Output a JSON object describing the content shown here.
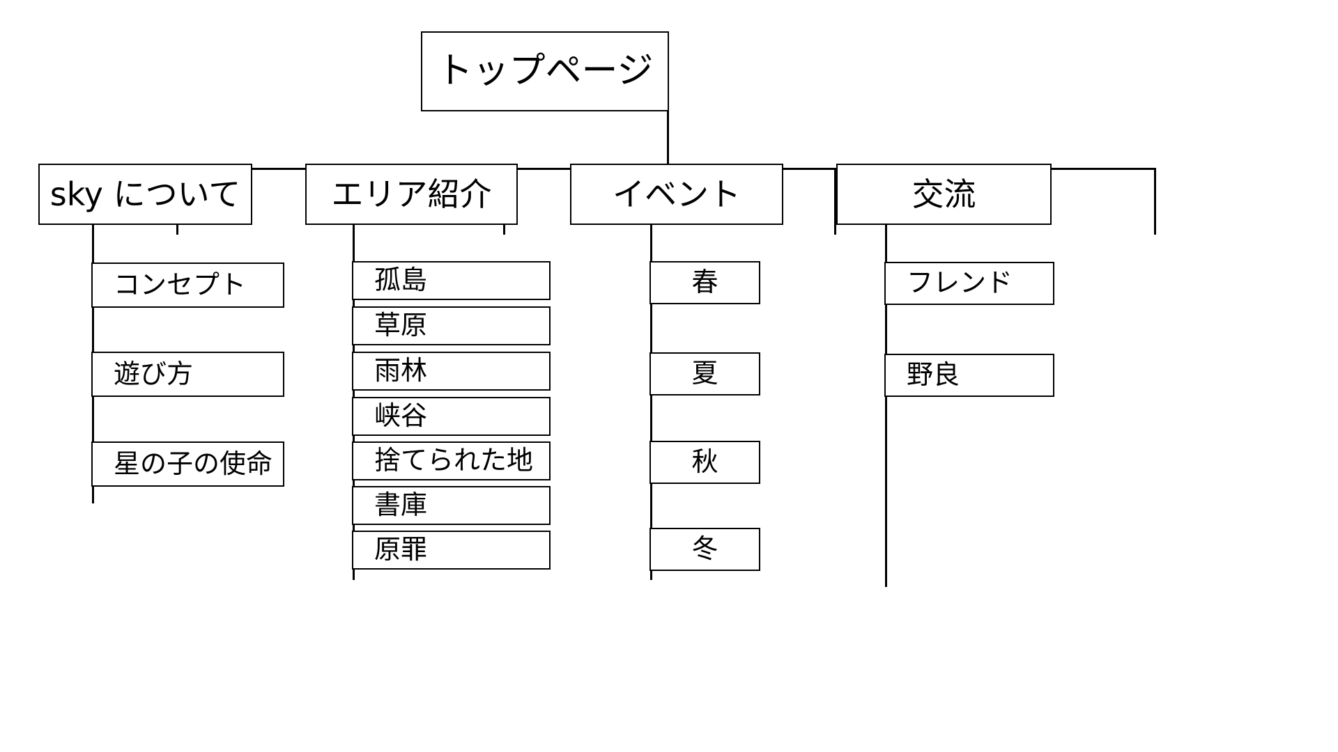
{
  "diagram": {
    "title_node": {
      "label": "トップページ"
    },
    "branches": [
      {
        "id": "about",
        "label": "sky について",
        "children": [
          {
            "label": "コンセプト"
          },
          {
            "label": "遊び方"
          },
          {
            "label": "星の子の使命"
          }
        ]
      },
      {
        "id": "area",
        "label": "エリア紹介",
        "children": [
          {
            "label": "孤島"
          },
          {
            "label": "草原"
          },
          {
            "label": "雨林"
          },
          {
            "label": "峡谷"
          },
          {
            "label": "捨てられた地"
          },
          {
            "label": "書庫"
          },
          {
            "label": "原罪"
          }
        ]
      },
      {
        "id": "event",
        "label": "イベント",
        "children": [
          {
            "label": "春"
          },
          {
            "label": "夏"
          },
          {
            "label": "秋"
          },
          {
            "label": "冬"
          }
        ]
      },
      {
        "id": "social",
        "label": "交流",
        "children": [
          {
            "label": "フレンド"
          },
          {
            "label": "野良"
          }
        ]
      }
    ],
    "colors": {
      "background": "#ffffff",
      "line": "#000000",
      "text": "#000000"
    }
  }
}
